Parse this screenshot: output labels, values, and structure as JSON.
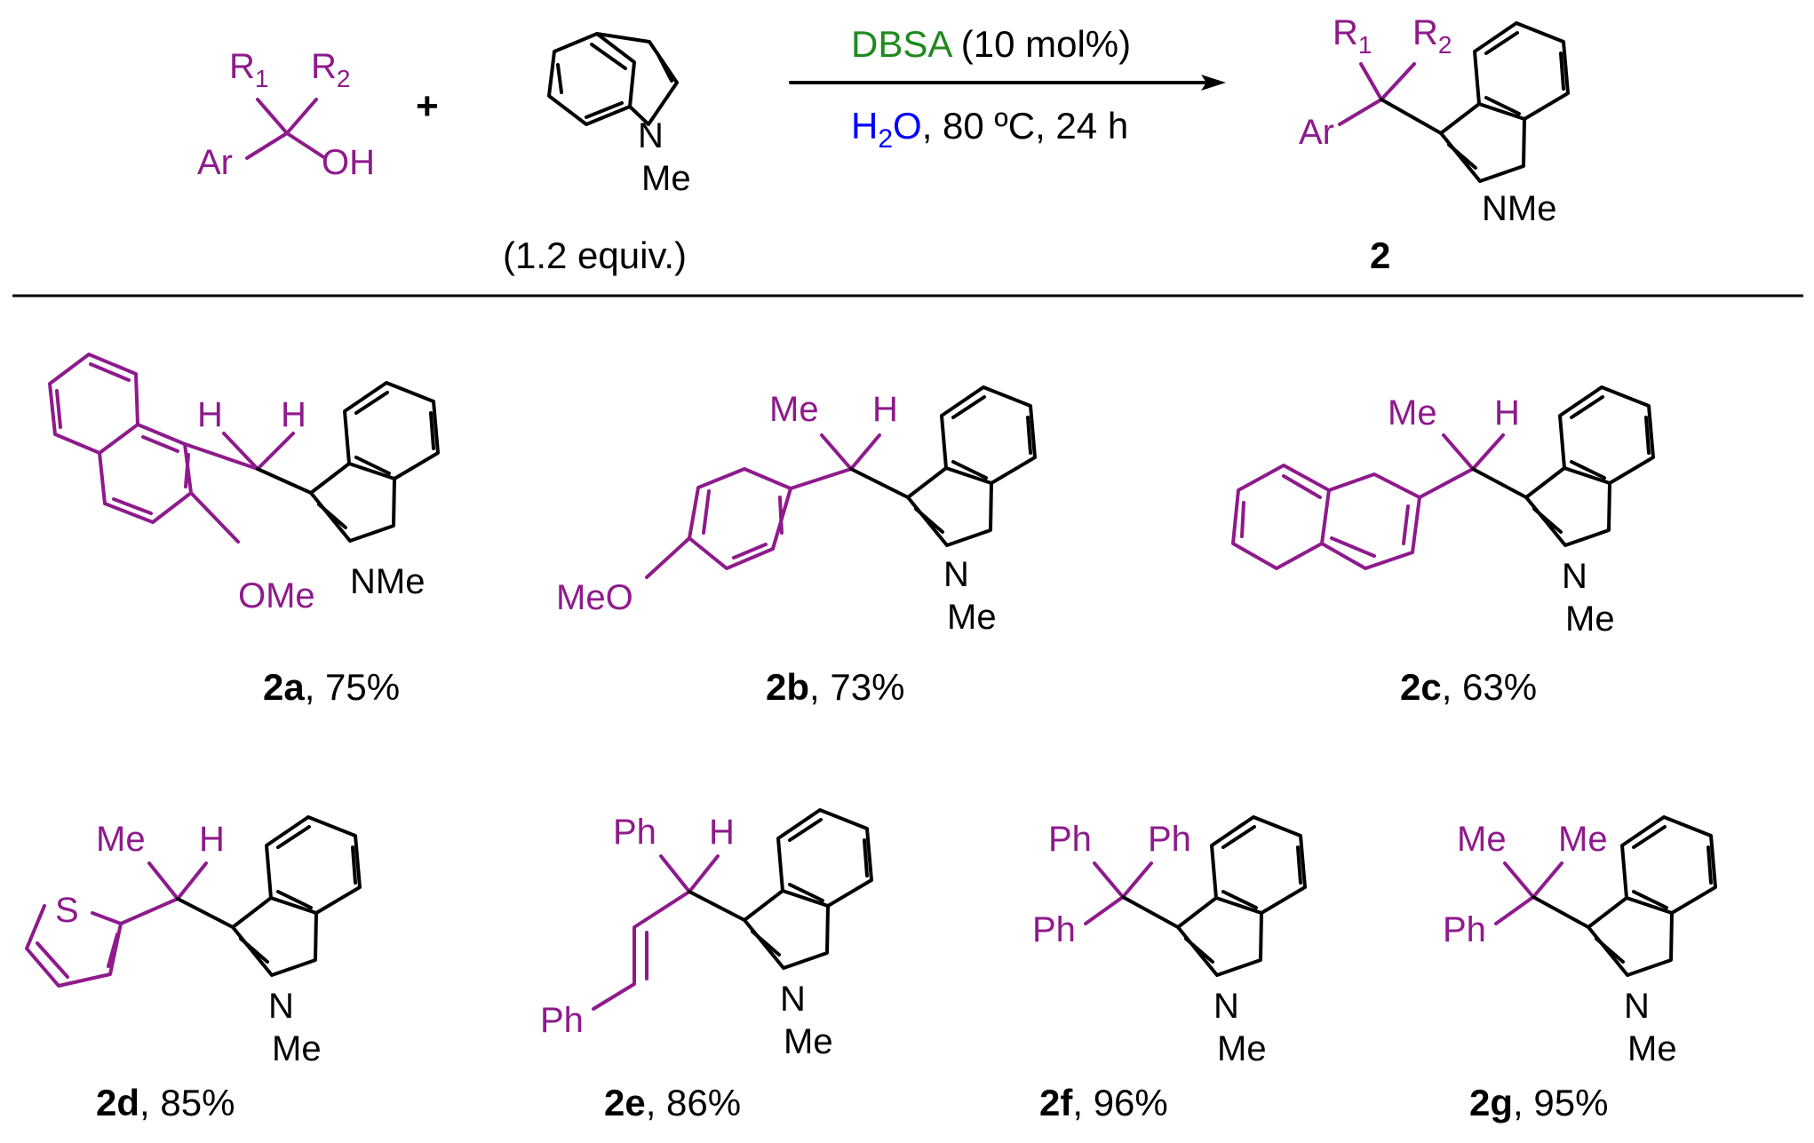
{
  "colors": {
    "purple": "#8E1A8C",
    "black": "#000000",
    "green": "#1E8A1E",
    "blue": "#0000FF"
  },
  "scheme": {
    "reactant1": {
      "r1": "R",
      "r1_sub": "1",
      "r2": "R",
      "r2_sub": "2",
      "ar": "Ar",
      "oh": "OH"
    },
    "plus": "+",
    "reactant2": {
      "n": "N",
      "me": "Me",
      "equiv": "(1.2 equiv.)"
    },
    "conditions": {
      "catalyst": "DBSA",
      "catalyst_loading": " (10 mol%)",
      "solvent_h": "H",
      "solvent_sub": "2",
      "solvent_o": "O",
      "rest": ", 80 ºC, 24 h"
    },
    "product": {
      "r1": "R",
      "r1_sub": "1",
      "r2": "R",
      "r2_sub": "2",
      "ar": "Ar",
      "nme": "NMe",
      "label": "2"
    }
  },
  "products": [
    {
      "id": "2a",
      "yield": ", 75%",
      "labels": {
        "h1": "H",
        "h2": "H",
        "ome": "OMe",
        "nme": "NMe"
      }
    },
    {
      "id": "2b",
      "yield": ", 73%",
      "labels": {
        "me": "Me",
        "h": "H",
        "meo": "MeO",
        "n": "N",
        "nme": "Me"
      }
    },
    {
      "id": "2c",
      "yield": ", 63%",
      "labels": {
        "me": "Me",
        "h": "H",
        "n": "N",
        "nme": "Me"
      }
    },
    {
      "id": "2d",
      "yield": ", 85%",
      "labels": {
        "me": "Me",
        "h": "H",
        "s": "S",
        "n": "N",
        "nme": "Me"
      }
    },
    {
      "id": "2e",
      "yield": ", 86%",
      "labels": {
        "ph1": "Ph",
        "h": "H",
        "ph2": "Ph",
        "n": "N",
        "nme": "Me"
      }
    },
    {
      "id": "2f",
      "yield": ", 96%",
      "labels": {
        "ph1": "Ph",
        "ph2": "Ph",
        "ph3": "Ph",
        "n": "N",
        "nme": "Me"
      }
    },
    {
      "id": "2g",
      "yield": ", 95%",
      "labels": {
        "me1": "Me",
        "me2": "Me",
        "ph": "Ph",
        "n": "N",
        "nme": "Me"
      }
    }
  ]
}
